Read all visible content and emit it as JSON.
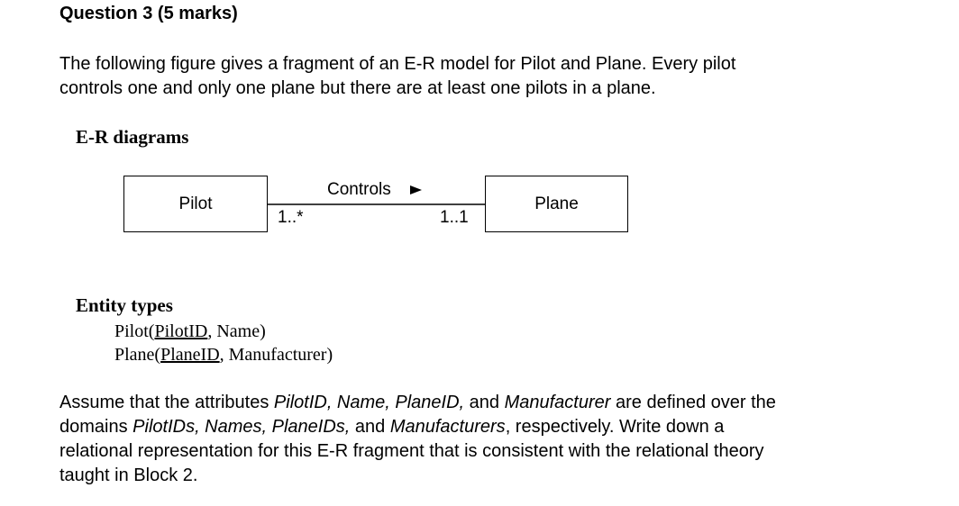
{
  "question_title": "Question 3 (5 marks)",
  "intro_lines": [
    "The following figure gives a fragment of an E-R model for Pilot and Plane. Every pilot",
    "controls one and only one plane but there are at least one pilots in a plane."
  ],
  "diagram": {
    "section_title": "E-R diagrams",
    "entity_left": "Pilot",
    "entity_right": "Plane",
    "relationship": "Controls",
    "direction_arrow": "▶",
    "multiplicity_left": "1..*",
    "multiplicity_right": "1..1"
  },
  "entity_types": {
    "title": "Entity types",
    "pilot": {
      "name": "Pilot(",
      "key": "PilotID",
      "rest": ", Name)"
    },
    "plane": {
      "name": "Plane(",
      "key": "PlaneID",
      "rest": ", Manufacturer)"
    }
  },
  "outro": {
    "l1_a": "Assume that the attributes ",
    "l1_i1": "PilotID, Name, PlaneID,",
    "l1_b": " and ",
    "l1_i2": "Manufacturer",
    "l1_c": " are defined over the",
    "l2_a": "domains ",
    "l2_i1": "PilotIDs, Names, PlaneIDs,",
    "l2_b": " and ",
    "l2_i2": "Manufacturers",
    "l2_c": ", respectively. Write down a",
    "l3": "relational representation for this E-R fragment that is consistent with the relational theory",
    "l4": "taught in Block 2."
  }
}
